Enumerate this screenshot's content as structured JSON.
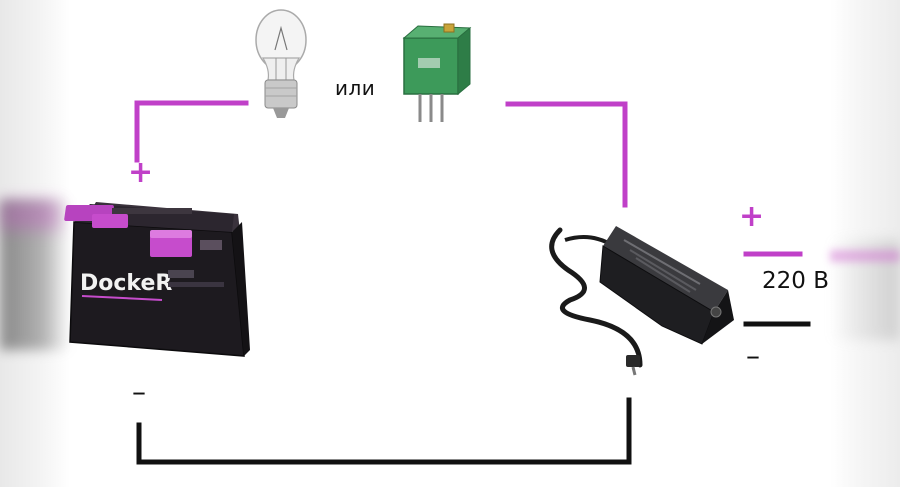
{
  "labels": {
    "or_text": "или",
    "voltage": "220 В",
    "battery_brand": "DockeR",
    "plus_sign": "+",
    "minus_sign": "–"
  },
  "colors": {
    "positive_wire": "#c040c8",
    "negative_wire": "#111111",
    "battery_body": "#1d1a1f",
    "battery_terminal": "#c64ccc",
    "potentiometer": "#3d9a5a",
    "adapter": "#202022"
  },
  "components": [
    {
      "name": "battery",
      "icon": "battery-icon"
    },
    {
      "name": "lamp",
      "icon": "light-bulb-icon"
    },
    {
      "name": "potentiometer",
      "icon": "trimmer-resistor-icon"
    },
    {
      "name": "power adapter",
      "icon": "power-adapter-icon"
    }
  ]
}
